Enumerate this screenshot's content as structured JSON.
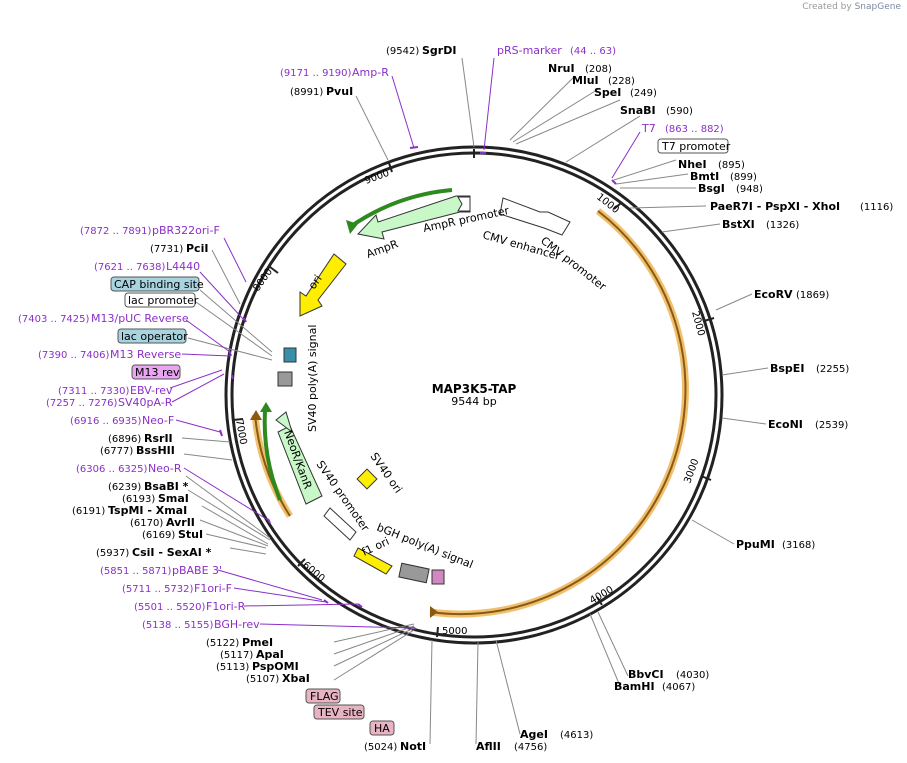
{
  "credit": {
    "prefix": "Created by",
    "brand": "SnapGene"
  },
  "map": {
    "title": "MAP3K5-TAP",
    "length_label": "9544 bp",
    "total_bp": 9544,
    "ticks": [
      "1000",
      "2000",
      "3000",
      "4000",
      "5000",
      "6000",
      "7000",
      "8000",
      "9000"
    ]
  },
  "enzymes": [
    {
      "name": "SgrDI",
      "pos": "(9542)",
      "label_first": "pos"
    },
    {
      "name": "NruI",
      "pos": "(208)"
    },
    {
      "name": "MluI",
      "pos": "(228)"
    },
    {
      "name": "SpeI",
      "pos": "(249)"
    },
    {
      "name": "SnaBI",
      "pos": "(590)"
    },
    {
      "name": "NheI",
      "pos": "(895)"
    },
    {
      "name": "BmtI",
      "pos": "(899)"
    },
    {
      "name": "BsgI",
      "pos": "(948)"
    },
    {
      "name": "PaeR7I - PspXI - XhoI",
      "pos": "(1116)"
    },
    {
      "name": "BstXI",
      "pos": "(1326)"
    },
    {
      "name": "EcoRV",
      "pos": "(1869)"
    },
    {
      "name": "BspEI",
      "pos": "(2255)"
    },
    {
      "name": "EcoNI",
      "pos": "(2539)"
    },
    {
      "name": "PpuMI",
      "pos": "(3168)"
    },
    {
      "name": "BbvCI",
      "pos": "(4030)"
    },
    {
      "name": "BamHI",
      "pos": "(4067)"
    },
    {
      "name": "AgeI",
      "pos": "(4613)"
    },
    {
      "name": "AflII",
      "pos": "(4756)"
    },
    {
      "name": "NotI",
      "pos": "(5024)"
    },
    {
      "name": "XbaI",
      "pos": "(5107)"
    },
    {
      "name": "PspOMI",
      "pos": "(5113)"
    },
    {
      "name": "ApaI",
      "pos": "(5117)"
    },
    {
      "name": "PmeI",
      "pos": "(5122)"
    },
    {
      "name": "CsiI - SexAI *",
      "pos": "(5937)"
    },
    {
      "name": "StuI",
      "pos": "(6169)"
    },
    {
      "name": "AvrII",
      "pos": "(6170)"
    },
    {
      "name": "TspMI - XmaI",
      "pos": "(6191)"
    },
    {
      "name": "SmaI",
      "pos": "(6193)"
    },
    {
      "name": "BsaBI *",
      "pos": "(6239)"
    },
    {
      "name": "BssHII",
      "pos": "(6777)"
    },
    {
      "name": "RsrII",
      "pos": "(6896)"
    },
    {
      "name": "PciI",
      "pos": "(7731)"
    },
    {
      "name": "PvuI",
      "pos": "(8991)"
    }
  ],
  "primers": [
    {
      "name": "pRS-marker",
      "range": "(44 .. 63)"
    },
    {
      "name": "T7",
      "range": "(863 .. 882)"
    },
    {
      "name": "Amp-R",
      "range": "(9171 .. 9190)"
    },
    {
      "name": "pBR322ori-F",
      "range": "(7872 .. 7891)"
    },
    {
      "name": "L4440",
      "range": "(7621 .. 7638)"
    },
    {
      "name": "M13/pUC Reverse",
      "range": "(7403 .. 7425)"
    },
    {
      "name": "M13 Reverse",
      "range": "(7390 .. 7406)"
    },
    {
      "name": "EBV-rev",
      "range": "(7311 .. 7330)"
    },
    {
      "name": "SV40pA-R",
      "range": "(7257 .. 7276)"
    },
    {
      "name": "Neo-F",
      "range": "(6916 .. 6935)"
    },
    {
      "name": "Neo-R",
      "range": "(6306 .. 6325)"
    },
    {
      "name": "pBABE 3'",
      "range": "(5851 .. 5871)"
    },
    {
      "name": "F1ori-F",
      "range": "(5711 .. 5732)"
    },
    {
      "name": "F1ori-R",
      "range": "(5501 .. 5520)"
    },
    {
      "name": "BGH-rev",
      "range": "(5138 .. 5155)"
    }
  ],
  "boxed_labels": [
    {
      "name": "T7 promoter",
      "color": "#ffffff"
    },
    {
      "name": "CAP binding site",
      "color": "#a8d4e0"
    },
    {
      "name": "lac promoter",
      "color": "#ffffff"
    },
    {
      "name": "lac operator",
      "color": "#a8d4e0"
    },
    {
      "name": "M13 rev",
      "color": "#e8a6f0"
    },
    {
      "name": "FLAG",
      "color": "#e8b4c4"
    },
    {
      "name": "TEV site",
      "color": "#e8b4c4"
    },
    {
      "name": "HA",
      "color": "#e8b4c4"
    }
  ],
  "features": [
    {
      "name": "AmpR promoter",
      "color": "#ffffff"
    },
    {
      "name": "AmpR",
      "color": "#c8f7c8"
    },
    {
      "name": "CMV enhancer",
      "color": "#ffffff"
    },
    {
      "name": "CMV promoter",
      "color": "#ffffff"
    },
    {
      "name": "ori",
      "color": "#ffee00"
    },
    {
      "name": "SV40 poly(A) signal",
      "color": "#999999"
    },
    {
      "name": "NeoR/KanR",
      "color": "#c8f7c8"
    },
    {
      "name": "SV40 promoter",
      "color": "#ffffff"
    },
    {
      "name": "SV40 ori",
      "color": "#ffee00"
    },
    {
      "name": "f1 ori",
      "color": "#ffee00"
    },
    {
      "name": "bGH poly(A) signal",
      "color": "#999999"
    }
  ],
  "colors": {
    "backbone": "#222222",
    "orf": "#e8a030",
    "orf_fill": "#fde2b0",
    "primer": "#8b2fc9",
    "green_stroke": "#2e8a1e"
  }
}
